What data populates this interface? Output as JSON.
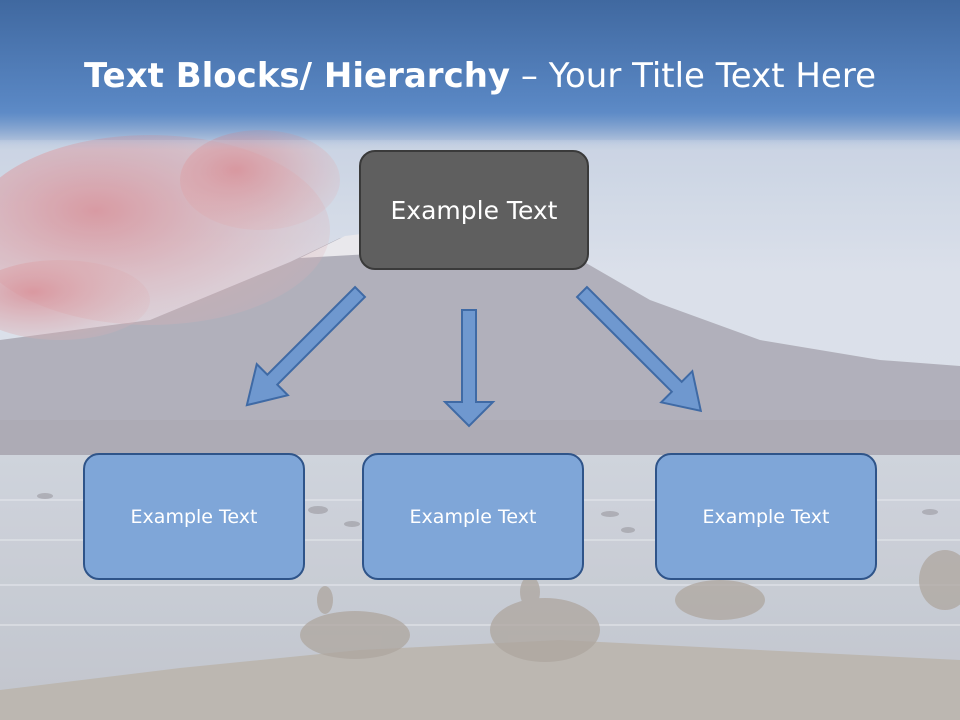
{
  "title": {
    "bold_part": "Text Blocks/ Hierarchy",
    "rest_part": " – Your Title Text Here"
  },
  "hierarchy": {
    "root": {
      "label": "Example Text"
    },
    "children": [
      {
        "label": "Example Text"
      },
      {
        "label": "Example Text"
      },
      {
        "label": "Example Text"
      }
    ]
  },
  "colors": {
    "root_fill": "#5f5f5f",
    "child_fill": "#7fa6d8",
    "child_border": "#2f5489",
    "arrow_fill": "#6f98cf",
    "arrow_stroke": "#3f6aa5",
    "banner": "#4f7fc0"
  }
}
